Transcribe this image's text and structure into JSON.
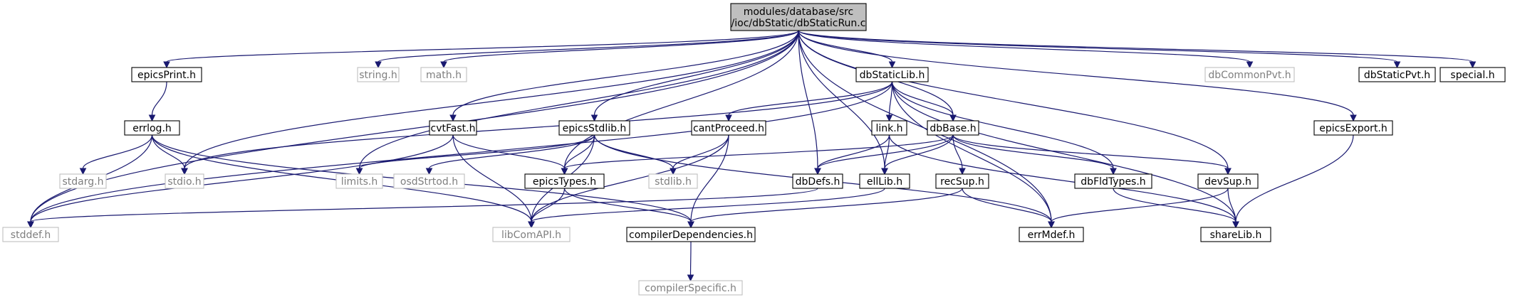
{
  "colors": {
    "edge": "#191970",
    "root_fill": "#bfbfbf",
    "node_fill": "#ffffff",
    "node_stroke": "#000000",
    "external_stroke": "#bfbfbf",
    "external_text": "#7f7f7f"
  },
  "nodes": [
    {
      "id": "root",
      "lines": [
        "modules/database/src",
        "/ioc/dbStatic/dbStaticRun.c"
      ],
      "kind": "root"
    },
    {
      "id": "epicsPrint",
      "lines": [
        "epicsPrint.h"
      ],
      "kind": "internal"
    },
    {
      "id": "string",
      "lines": [
        "string.h"
      ],
      "kind": "external"
    },
    {
      "id": "math",
      "lines": [
        "math.h"
      ],
      "kind": "external"
    },
    {
      "id": "dbStaticLib",
      "lines": [
        "dbStaticLib.h"
      ],
      "kind": "internal"
    },
    {
      "id": "dbCommonPvt",
      "lines": [
        "dbCommonPvt.h"
      ],
      "kind": "external"
    },
    {
      "id": "dbStaticPvt",
      "lines": [
        "dbStaticPvt.h"
      ],
      "kind": "internal"
    },
    {
      "id": "special",
      "lines": [
        "special.h"
      ],
      "kind": "internal"
    },
    {
      "id": "errlog",
      "lines": [
        "errlog.h"
      ],
      "kind": "internal"
    },
    {
      "id": "cvtFast",
      "lines": [
        "cvtFast.h"
      ],
      "kind": "internal"
    },
    {
      "id": "epicsStdlib",
      "lines": [
        "epicsStdlib.h"
      ],
      "kind": "internal"
    },
    {
      "id": "cantProceed",
      "lines": [
        "cantProceed.h"
      ],
      "kind": "internal"
    },
    {
      "id": "link",
      "lines": [
        "link.h"
      ],
      "kind": "internal"
    },
    {
      "id": "dbBase",
      "lines": [
        "dbBase.h"
      ],
      "kind": "internal"
    },
    {
      "id": "epicsExport",
      "lines": [
        "epicsExport.h"
      ],
      "kind": "internal"
    },
    {
      "id": "stdarg",
      "lines": [
        "stdarg.h"
      ],
      "kind": "external"
    },
    {
      "id": "stdio",
      "lines": [
        "stdio.h"
      ],
      "kind": "external"
    },
    {
      "id": "limits",
      "lines": [
        "limits.h"
      ],
      "kind": "external"
    },
    {
      "id": "osdStrtod",
      "lines": [
        "osdStrtod.h"
      ],
      "kind": "external"
    },
    {
      "id": "epicsTypes",
      "lines": [
        "epicsTypes.h"
      ],
      "kind": "internal"
    },
    {
      "id": "stdlib",
      "lines": [
        "stdlib.h"
      ],
      "kind": "external"
    },
    {
      "id": "dbDefs",
      "lines": [
        "dbDefs.h"
      ],
      "kind": "internal"
    },
    {
      "id": "ellLib",
      "lines": [
        "ellLib.h"
      ],
      "kind": "internal"
    },
    {
      "id": "recSup",
      "lines": [
        "recSup.h"
      ],
      "kind": "internal"
    },
    {
      "id": "dbFldTypes",
      "lines": [
        "dbFldTypes.h"
      ],
      "kind": "internal"
    },
    {
      "id": "devSup",
      "lines": [
        "devSup.h"
      ],
      "kind": "internal"
    },
    {
      "id": "stddef",
      "lines": [
        "stddef.h"
      ],
      "kind": "external"
    },
    {
      "id": "libComAPI",
      "lines": [
        "libComAPI.h"
      ],
      "kind": "external"
    },
    {
      "id": "compilerDependencies",
      "lines": [
        "compilerDependencies.h"
      ],
      "kind": "internal"
    },
    {
      "id": "errMdef",
      "lines": [
        "errMdef.h"
      ],
      "kind": "internal"
    },
    {
      "id": "shareLib",
      "lines": [
        "shareLib.h"
      ],
      "kind": "internal"
    },
    {
      "id": "compilerSpecific",
      "lines": [
        "compilerSpecific.h"
      ],
      "kind": "external"
    }
  ],
  "edges": [
    [
      "root",
      "epicsPrint"
    ],
    [
      "root",
      "string"
    ],
    [
      "root",
      "math"
    ],
    [
      "root",
      "dbStaticLib"
    ],
    [
      "root",
      "dbCommonPvt"
    ],
    [
      "root",
      "dbStaticPvt"
    ],
    [
      "root",
      "special"
    ],
    [
      "root",
      "cvtFast"
    ],
    [
      "root",
      "epicsStdlib"
    ],
    [
      "root",
      "dbBase"
    ],
    [
      "root",
      "epicsExport"
    ],
    [
      "root",
      "stdio"
    ],
    [
      "root",
      "limits"
    ],
    [
      "root",
      "epicsTypes"
    ],
    [
      "root",
      "dbDefs"
    ],
    [
      "root",
      "ellLib"
    ],
    [
      "root",
      "devSup"
    ],
    [
      "root",
      "stddef"
    ],
    [
      "root",
      "errMdef"
    ],
    [
      "epicsPrint",
      "errlog"
    ],
    [
      "errlog",
      "stdarg"
    ],
    [
      "errlog",
      "stdio"
    ],
    [
      "errlog",
      "stddef"
    ],
    [
      "errlog",
      "libComAPI"
    ],
    [
      "errlog",
      "compilerDependencies"
    ],
    [
      "dbStaticLib",
      "cantProceed"
    ],
    [
      "dbStaticLib",
      "link"
    ],
    [
      "dbStaticLib",
      "dbBase"
    ],
    [
      "dbStaticLib",
      "dbFldTypes"
    ],
    [
      "dbStaticLib",
      "errMdef"
    ],
    [
      "dbStaticLib",
      "shareLib"
    ],
    [
      "dbStaticLib",
      "stdio"
    ],
    [
      "dbStaticLib",
      "stddef"
    ],
    [
      "cvtFast",
      "epicsTypes"
    ],
    [
      "cvtFast",
      "libComAPI"
    ],
    [
      "cvtFast",
      "stddef"
    ],
    [
      "epicsStdlib",
      "limits"
    ],
    [
      "epicsStdlib",
      "osdStrtod"
    ],
    [
      "epicsStdlib",
      "epicsTypes"
    ],
    [
      "epicsStdlib",
      "stdlib"
    ],
    [
      "epicsStdlib",
      "libComAPI"
    ],
    [
      "epicsStdlib",
      "errMdef"
    ],
    [
      "cantProceed",
      "stdlib"
    ],
    [
      "cantProceed",
      "compilerDependencies"
    ],
    [
      "cantProceed",
      "libComAPI"
    ],
    [
      "link",
      "dbDefs"
    ],
    [
      "link",
      "ellLib"
    ],
    [
      "link",
      "shareLib"
    ],
    [
      "dbBase",
      "epicsTypes"
    ],
    [
      "dbBase",
      "dbDefs"
    ],
    [
      "dbBase",
      "ellLib"
    ],
    [
      "dbBase",
      "recSup"
    ],
    [
      "dbBase",
      "dbFldTypes"
    ],
    [
      "dbBase",
      "devSup"
    ],
    [
      "epicsExport",
      "shareLib"
    ],
    [
      "epicsTypes",
      "libComAPI"
    ],
    [
      "epicsTypes",
      "compilerDependencies"
    ],
    [
      "dbDefs",
      "stddef"
    ],
    [
      "ellLib",
      "libComAPI"
    ],
    [
      "recSup",
      "errMdef"
    ],
    [
      "recSup",
      "compilerDependencies"
    ],
    [
      "dbFldTypes",
      "shareLib"
    ],
    [
      "devSup",
      "errMdef"
    ],
    [
      "devSup",
      "shareLib"
    ],
    [
      "compilerDependencies",
      "compilerSpecific"
    ]
  ]
}
